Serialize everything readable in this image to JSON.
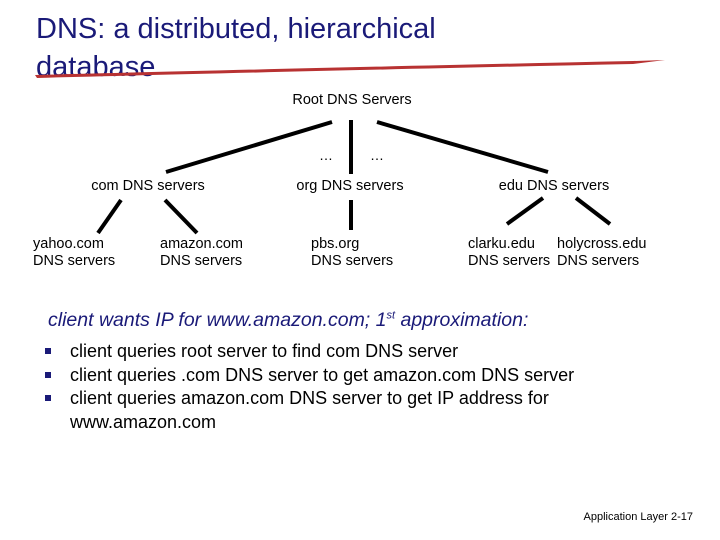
{
  "slide": {
    "title": "DNS: a distributed, hierarchical\ndatabase",
    "title_color": "#1a1a78",
    "strike_color": "#b83232",
    "background": "#ffffff"
  },
  "diagram": {
    "root": {
      "label": "Root DNS Servers"
    },
    "ellipsis_left": "…",
    "ellipsis_right": "…",
    "tlds": [
      {
        "label": "com DNS servers"
      },
      {
        "label": "org DNS servers"
      },
      {
        "label": "edu DNS servers"
      }
    ],
    "leaves": [
      {
        "label": "yahoo.com\nDNS servers"
      },
      {
        "label": "amazon.com\nDNS servers"
      },
      {
        "label": "pbs.org\nDNS servers"
      },
      {
        "label": "clarku.edu\nDNS servers"
      },
      {
        "label": "holycross.edu\nDNS servers"
      }
    ]
  },
  "body": {
    "lead_prefix": "client wants IP for www.amazon.com; 1",
    "lead_superscript": "st",
    "lead_suffix": " approximation:",
    "bullets": [
      "client queries root server to find com DNS server",
      "client queries .com DNS server to get amazon.com DNS server",
      "client queries amazon.com DNS server to get  IP address for www.amazon.com"
    ]
  },
  "footer": {
    "text": "Application Layer 2-17"
  }
}
